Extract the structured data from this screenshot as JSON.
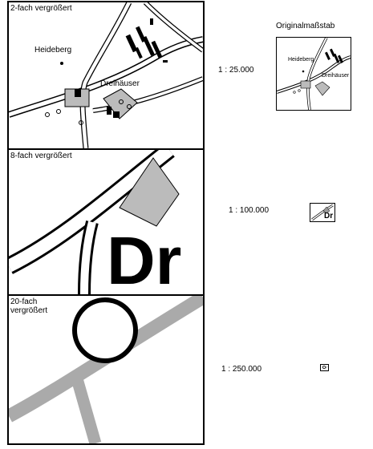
{
  "panels": [
    {
      "label": "2-fach vergrößert",
      "scale": "1 : 25.000"
    },
    {
      "label": "8-fach vergrößert",
      "scale": "1 : 100.000"
    },
    {
      "label": "20-fach\nvergrößert",
      "scale": "1 : 250.000"
    }
  ],
  "map_labels": {
    "heideberg": "Heideberg",
    "dreihaeuser": "Dreihäuser",
    "symbol_text": "Dr"
  },
  "original": {
    "caption": "Originalmaßstab",
    "heideberg": "Heideberg",
    "dreihaeuser": "Dreihäuser"
  }
}
